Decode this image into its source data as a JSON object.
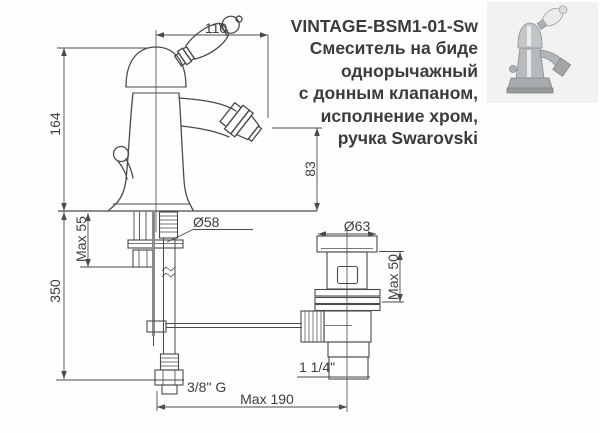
{
  "product": {
    "code": "VINTAGE-BSM1-01-Sw",
    "description_lines": [
      "Смеситель на биде",
      "однорычажный",
      "с донным клапаном,",
      "исполнение хром,",
      "ручка Swarovski"
    ]
  },
  "drawing": {
    "dimensions": {
      "handle_reach": "110",
      "body_height": "164",
      "spout_height": "83",
      "deck_thickness_max": "Max 55",
      "supply_length": "350",
      "base_diameter": "Ø58",
      "drain_flange_diameter": "Ø63",
      "drain_deck_max": "Max 50",
      "drain_thread": "1 1/4\"",
      "supply_thread": "3/8\" G",
      "popup_rod_reach_max": "Max 190"
    }
  },
  "colors": {
    "line": "#4a4a4a",
    "dim_text": "#3d3d3d",
    "info_text": "#3b3b3b",
    "photo_background": "#f2f2f2"
  }
}
